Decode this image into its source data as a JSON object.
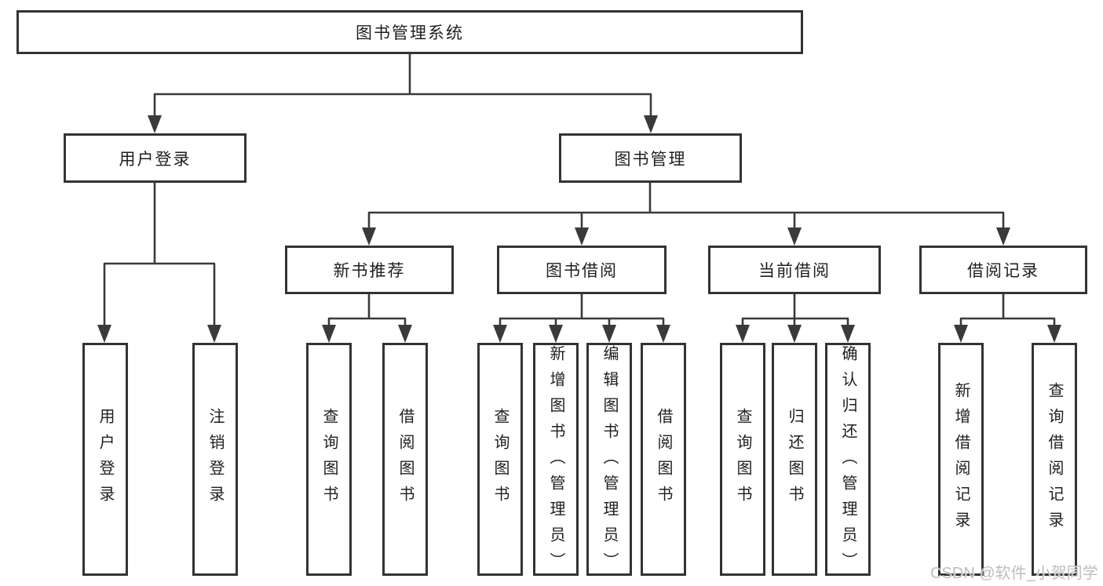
{
  "title": "图书管理系统",
  "level2": {
    "left": "用户登录",
    "right": "图书管理"
  },
  "level3": [
    "新书推荐",
    "图书借阅",
    "当前借阅",
    "借阅记录"
  ],
  "leaves": {
    "login": [
      "用户登录",
      "注销登录"
    ],
    "recommend": [
      "查询图书",
      "借阅图书"
    ],
    "borrow": [
      "查询图书",
      "新增图书（管理员）",
      "编辑图书（管理员）",
      "借阅图书"
    ],
    "current": [
      "查询图书",
      "归还图书",
      "确认归还（管理员）"
    ],
    "record": [
      "新增借阅记录",
      "查询借阅记录"
    ]
  },
  "watermark": "CSDN @软件_小贺同学",
  "colors": {
    "line": "#3a3a3a",
    "border": "#333333",
    "text": "#1f1f1f",
    "background": "#ffffff",
    "watermark": "#bdbdbd"
  }
}
